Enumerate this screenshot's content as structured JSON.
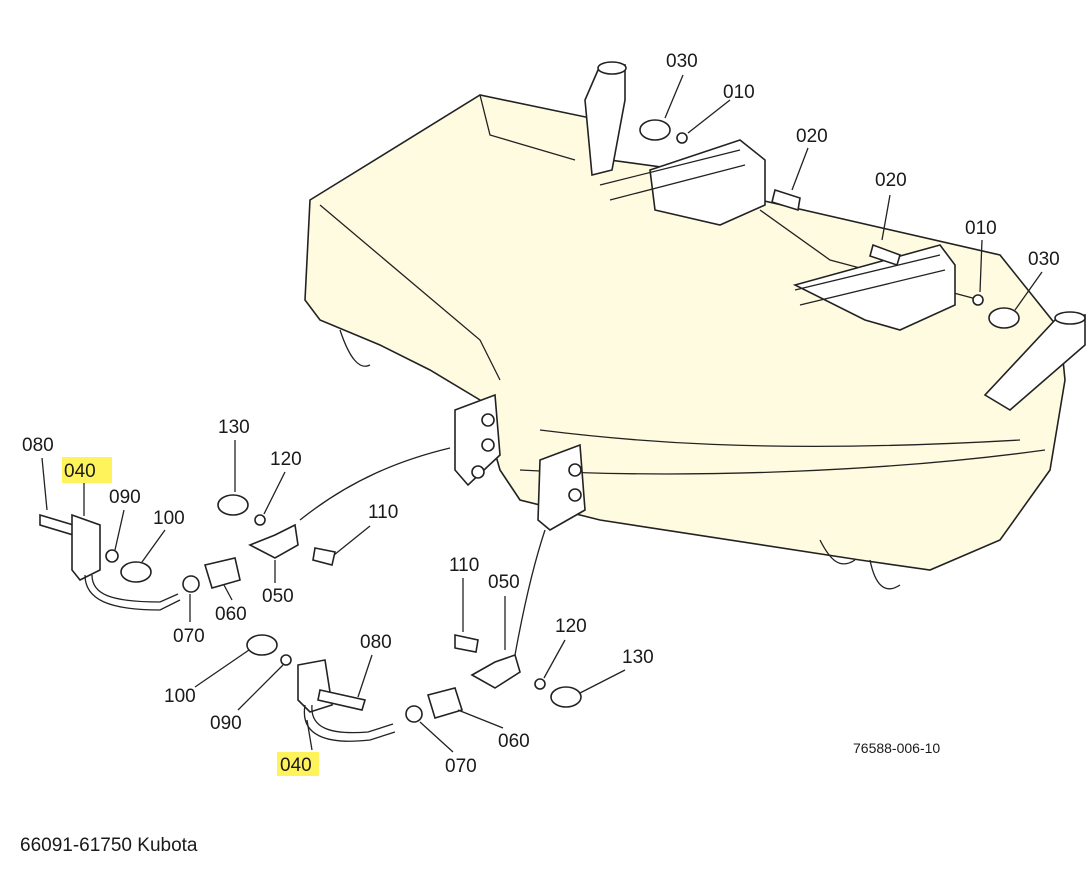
{
  "labels": {
    "p030_a": "030",
    "p010_a": "010",
    "p020_a": "020",
    "p020_b": "020",
    "p010_b": "010",
    "p030_b": "030",
    "p130_a": "130",
    "p120_a": "120",
    "p110_a": "110",
    "p080_a": "080",
    "p040_a": "040",
    "p090_a": "090",
    "p100_a": "100",
    "p050_a": "050",
    "p060_a": "060",
    "p070_a": "070",
    "p110_b": "110",
    "p050_b": "050",
    "p120_b": "120",
    "p130_b": "130",
    "p080_b": "080",
    "p100_b": "100",
    "p090_b": "090",
    "p040_b": "040",
    "p060_b": "060",
    "p070_b": "070"
  },
  "reference_code": "76588-006-10",
  "caption": "66091-61750 Kubota",
  "highlight_color": "#fff35c",
  "drawing_color": "#fffbe0"
}
